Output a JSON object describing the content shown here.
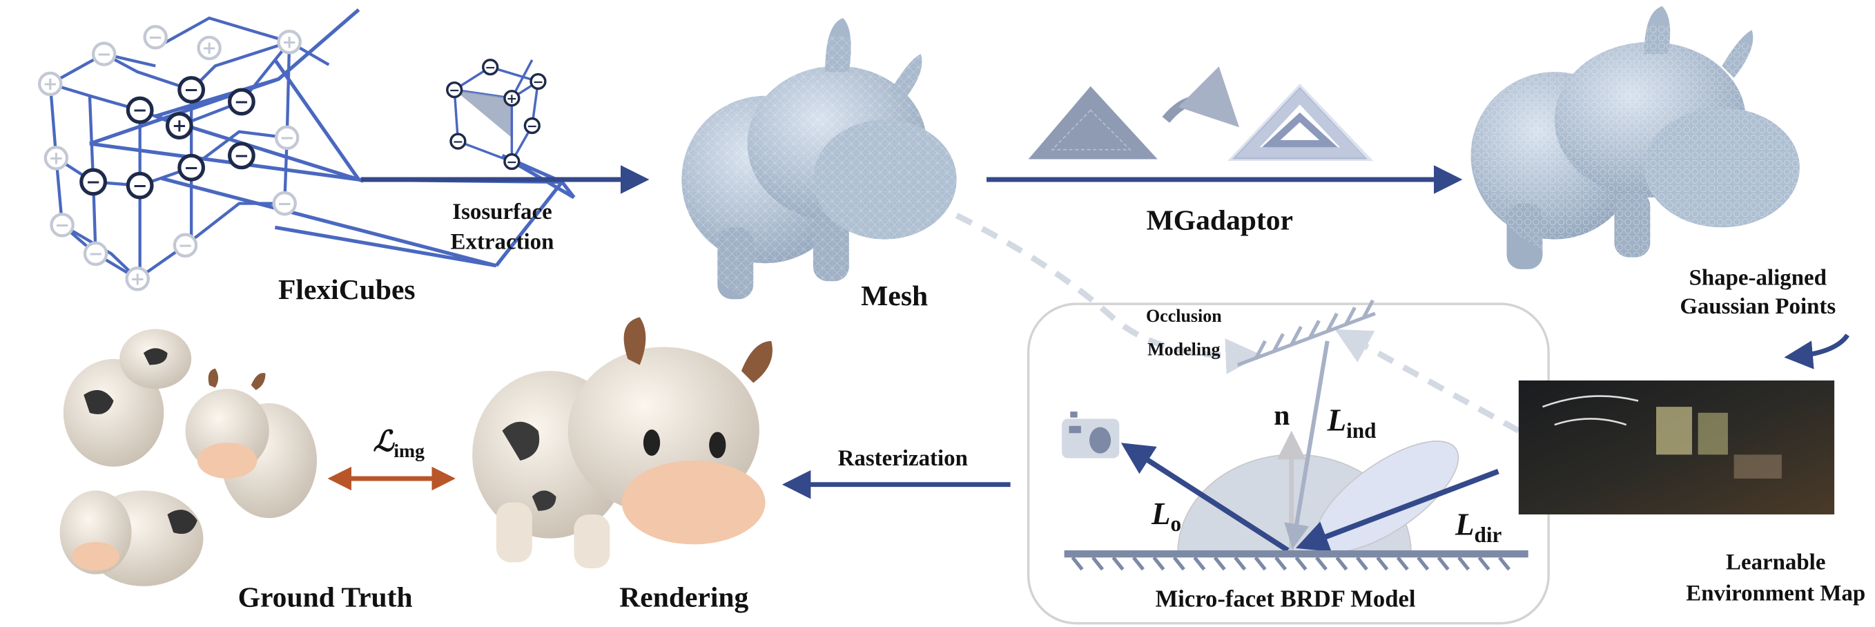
{
  "labels": {
    "flexicubes": "FlexiCubes",
    "isosurface_line1": "Isosurface",
    "isosurface_line2": "Extraction",
    "mesh": "Mesh",
    "mgadaptor": "MGadaptor",
    "gaussian_line1": "Shape-aligned",
    "gaussian_line2": "Gaussian Points",
    "occlusion_line1": "Occlusion",
    "occlusion_line2": "Modeling",
    "brdf": "Micro-facet BRDF Model",
    "envmap_line1": "Learnable",
    "envmap_line2": "Environment Map",
    "rasterization": "Rasterization",
    "rendering": "Rendering",
    "ground_truth": "Ground Truth",
    "loss_main": "ℒ",
    "loss_sub": "img",
    "n": "n",
    "l_ind_main": "L",
    "l_ind_sub": "ind",
    "l_o_main": "L",
    "l_o_sub": "o",
    "l_dir_main": "L",
    "l_dir_sub": "dir",
    "minus": "−",
    "plus": "+"
  },
  "colors": {
    "arrow_blue": "#34498a",
    "grid_blue": "#4a68c0",
    "gray_dash": "#d3d9e3",
    "loss_orange": "#b8562a",
    "mesh_fill": "#b7c6d8"
  }
}
